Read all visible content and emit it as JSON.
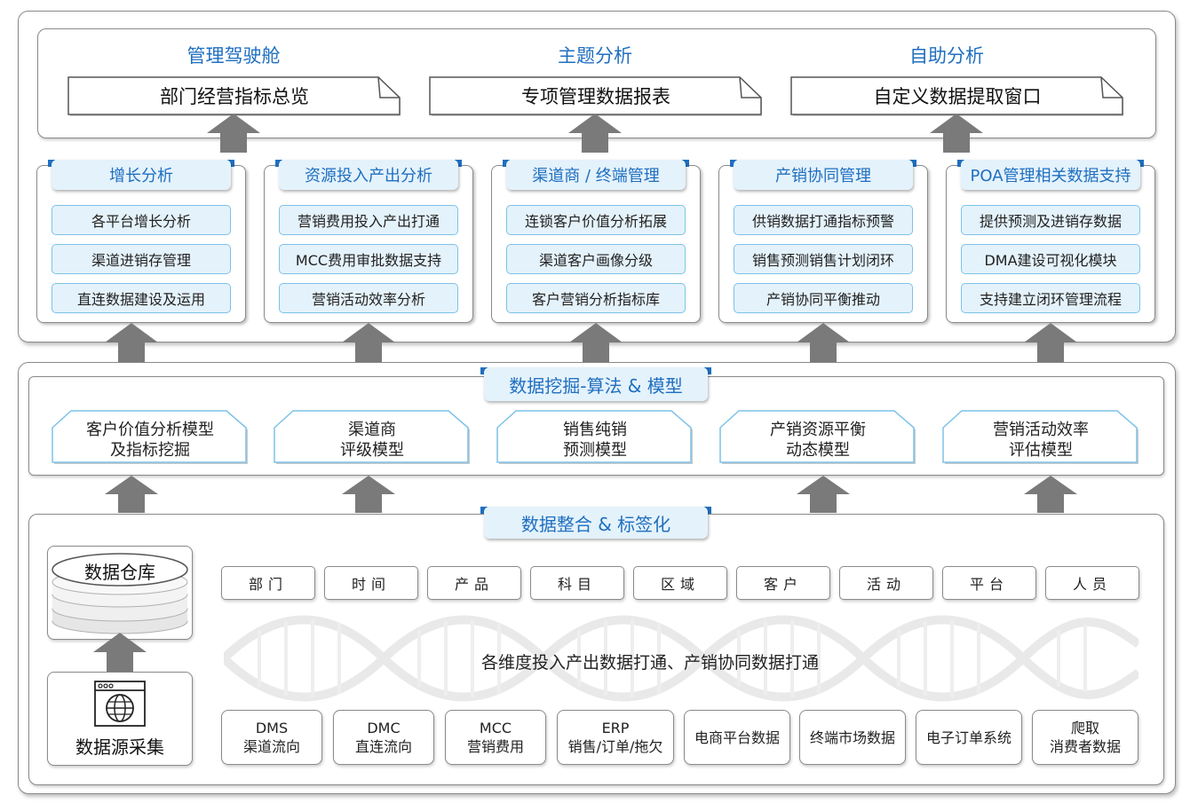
{
  "top_categories": [
    {
      "title": "管理驾驶舱",
      "box": "部门经营指标总览"
    },
    {
      "title": "主题分析",
      "box": "专项管理数据报表"
    },
    {
      "title": "自助分析",
      "box": "自定义数据提取窗口"
    }
  ],
  "cards": [
    {
      "title": "增长分析",
      "items": [
        "各平台增长分析",
        "渠道进销存管理",
        "直连数据建设及运用"
      ]
    },
    {
      "title": "资源投入产出分析",
      "items": [
        "营销费用投入产出打通",
        "MCC费用审批数据支持",
        "营销活动效率分析"
      ]
    },
    {
      "title": "渠道商 / 终端管理",
      "items": [
        "连锁客户价值分析拓展",
        "渠道客户画像分级",
        "客户营销分析指标库"
      ]
    },
    {
      "title": "产销协同管理",
      "items": [
        "供销数据打通指标预警",
        "销售预测销售计划闭环",
        "产销协同平衡推动"
      ]
    },
    {
      "title": "POA管理相关数据支持",
      "items": [
        "提供预测及进销存数据",
        "DMA建设可视化模块",
        "支持建立闭环管理流程"
      ]
    }
  ],
  "mining": {
    "title": "数据挖掘-算法 & 模型",
    "models": [
      [
        "客户价值分析模型",
        "及指标挖掘"
      ],
      [
        "渠道商",
        "评级模型"
      ],
      [
        "销售纯销",
        "预测模型"
      ],
      [
        "产销资源平衡",
        "动态模型"
      ],
      [
        "营销活动效率",
        "评估模型"
      ]
    ]
  },
  "integration": {
    "title": "数据整合 & 标签化",
    "warehouse": "数据仓库",
    "collection": "数据源采集",
    "dimensions": [
      "部门",
      "时间",
      "产品",
      "科目",
      "区域",
      "客户",
      "活动",
      "平台",
      "人员"
    ],
    "center_text": "各维度投入产出数据打通、产销协同数据打通",
    "sources": [
      [
        "DMS",
        "渠道流向"
      ],
      [
        "DMC",
        "直连流向"
      ],
      [
        "MCC",
        "营销费用"
      ],
      [
        "ERP",
        "销售/订单/拖欠"
      ],
      [
        "电商平台数据"
      ],
      [
        "终端市场数据"
      ],
      [
        "电子订单系统"
      ],
      [
        "爬取",
        "消费者数据"
      ]
    ]
  },
  "colors": {
    "accent": "#1f6fc0",
    "pill_bg": "#e4f2fb",
    "pill_border": "#7cc2e8",
    "arrow": "#7a7a7a"
  }
}
